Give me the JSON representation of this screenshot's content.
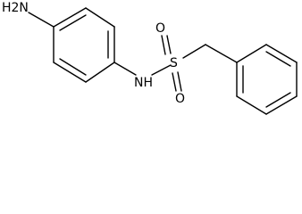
{
  "atoms": {
    "amine": "H2N",
    "sulfonamide_nh": "NH",
    "sulfur": "S",
    "oxygen_top": "O",
    "oxygen_bottom": "O"
  },
  "colors": {
    "bond": "#000000",
    "background": "#ffffff"
  }
}
